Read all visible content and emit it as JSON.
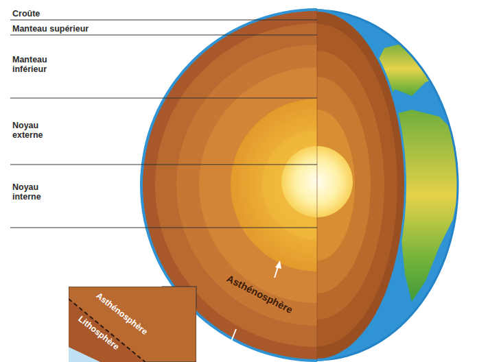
{
  "diagram": {
    "nodes": [
      {
        "text": [
          "Asthénosphère",
          "Lithosphère"
        ]
      }
    ],
    "labels": [
      "Croûte",
      "Manteau supérieur",
      "Manteau inférieur",
      "Noyau externe",
      "Noyau interne",
      "Asthénosphère"
    ]
  }
}
